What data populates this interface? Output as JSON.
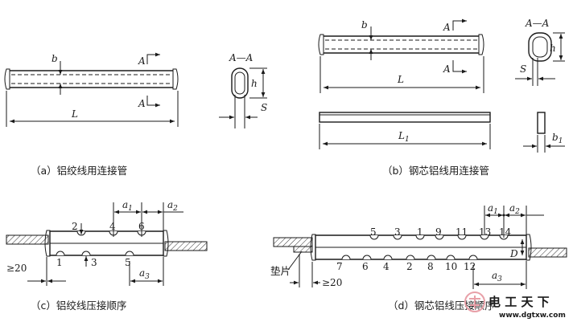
{
  "panels": {
    "a": {
      "caption": "（a）铝绞线用连接管",
      "labels": {
        "b": "b",
        "L": "L",
        "A_top": "A",
        "A_bottom": "A"
      },
      "section": {
        "title": "A—A",
        "h": "h",
        "S": "S"
      }
    },
    "b": {
      "caption": "（b）钢芯铝线用连接管",
      "labels": {
        "b": "b",
        "L": "L",
        "A_top": "A",
        "A_bottom": "A",
        "L1_main": "L",
        "L1_sub": "1"
      },
      "section": {
        "title": "A—A",
        "h": "h",
        "S": "S",
        "b1_main": "b",
        "b1_sub": "1"
      }
    },
    "c": {
      "caption": "（c）铝绞线压接顺序",
      "labels": {
        "a1_main": "a",
        "a1_sub": "1",
        "a2_main": "a",
        "a2_sub": "2",
        "a3_main": "a",
        "a3_sub": "3",
        "ge20": "≥20"
      },
      "top_numbers": [
        "2",
        "4",
        "6"
      ],
      "bottom_numbers": [
        "1",
        "3",
        "5"
      ]
    },
    "d": {
      "caption": "（d）钢芯铝线压接顺序",
      "labels": {
        "a1_main": "a",
        "a1_sub": "1",
        "a2_main": "a",
        "a2_sub": "2",
        "a3_main": "a",
        "a3_sub": "3",
        "D": "D",
        "ge20": "≥20",
        "shim": "垫片"
      },
      "top_numbers": [
        "5",
        "3",
        "1",
        "9",
        "11",
        "13",
        "14"
      ],
      "bottom_numbers": [
        "7",
        "6",
        "4",
        "2",
        "8",
        "10",
        "12"
      ]
    }
  },
  "watermark": {
    "text": "电 工 天 下",
    "url": "www.dgtxw.com",
    "color": "#e8a0a8"
  }
}
